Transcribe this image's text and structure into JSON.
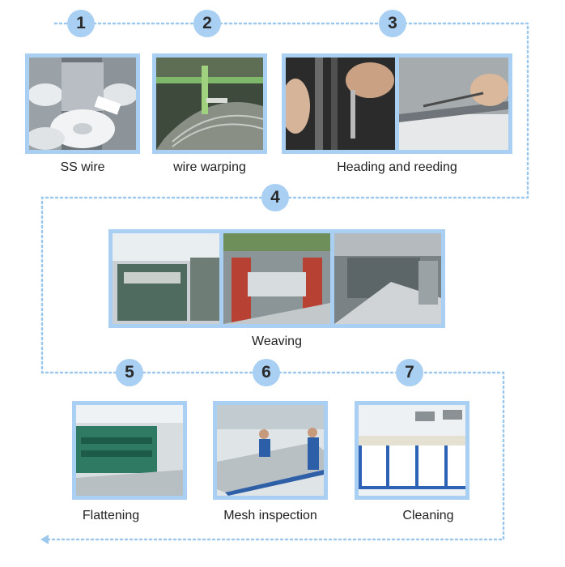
{
  "colors": {
    "frame": "#a9cff2",
    "badge": "#a9cff2",
    "dotted_line": "#9cc8ee"
  },
  "steps": [
    {
      "number": "1",
      "label": "SS wire"
    },
    {
      "number": "2",
      "label": "wire warping"
    },
    {
      "number": "3",
      "label": "Heading and reeding"
    },
    {
      "number": "4",
      "label": "Weaving"
    },
    {
      "number": "5",
      "label": "Flattening"
    },
    {
      "number": "6",
      "label": "Mesh inspection"
    },
    {
      "number": "7",
      "label": "Cleaning"
    }
  ],
  "photos": [
    {
      "step": "1",
      "subject": "stainless steel wire spools"
    },
    {
      "step": "2",
      "subject": "wire warping machine"
    },
    {
      "step": "3",
      "subject": "hands threading wire"
    },
    {
      "step": "3",
      "subject": "hand holding reed wire"
    },
    {
      "step": "4",
      "subject": "weaving loom"
    },
    {
      "step": "4",
      "subject": "weaving loom"
    },
    {
      "step": "4",
      "subject": "weaving loom"
    },
    {
      "step": "5",
      "subject": "flattening machine"
    },
    {
      "step": "6",
      "subject": "workers inspecting mesh"
    },
    {
      "step": "7",
      "subject": "cleaning line"
    }
  ]
}
